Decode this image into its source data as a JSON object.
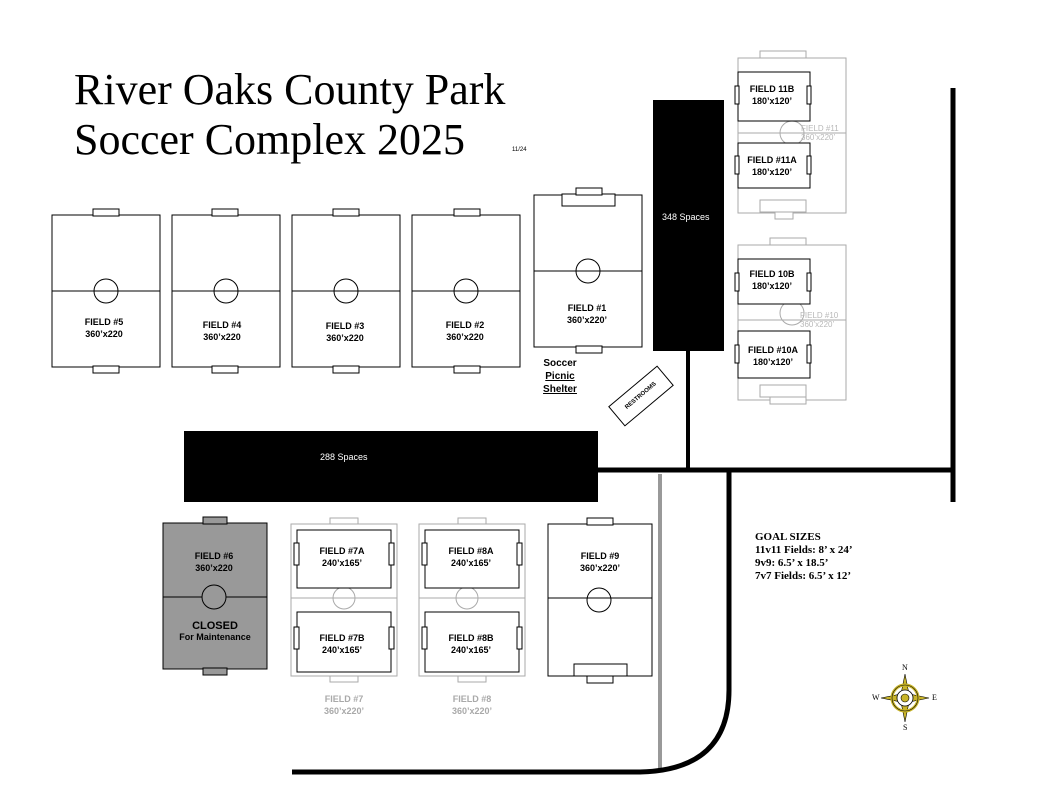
{
  "title": {
    "line1": "River Oaks County Park",
    "line2": "Soccer  Complex 2025",
    "version": "11/24"
  },
  "parking": {
    "lot_east": "348 Spaces",
    "lot_main": "288 Spaces"
  },
  "fields": {
    "f5": {
      "name": "FIELD #5",
      "size": "360’x220"
    },
    "f4": {
      "name": "FIELD #4",
      "size": "360’x220"
    },
    "f3": {
      "name": "FIELD #3",
      "size": "360’x220"
    },
    "f2": {
      "name": "FIELD #2",
      "size": "360’x220"
    },
    "f1": {
      "name": "FIELD #1",
      "size": "360’x220’"
    },
    "f11b": {
      "name": "FIELD 11B",
      "size": "180’x120’"
    },
    "f11a": {
      "name": "FIELD #11A",
      "size": "180’x120’"
    },
    "f11": {
      "name": "FIELD #11",
      "size": "360’x220’"
    },
    "f10b": {
      "name": "FIELD 10B",
      "size": "180’x120’"
    },
    "f10a": {
      "name": "FIELD #10A",
      "size": "180’x120’"
    },
    "f10": {
      "name": "FIELD #10",
      "size": "360’x220’"
    },
    "f6": {
      "name": "FIELD #6",
      "size": "360’x220",
      "status": "CLOSED",
      "note": "For Maintenance"
    },
    "f7a": {
      "name": "FIELD #7A",
      "size": "240’x165’"
    },
    "f7b": {
      "name": "FIELD #7B",
      "size": "240’x165’"
    },
    "f7": {
      "name": "FIELD #7",
      "size": "360’x220’"
    },
    "f8a": {
      "name": "FIELD #8A",
      "size": "240’x165’"
    },
    "f8b": {
      "name": "FIELD #8B",
      "size": "240’x165’"
    },
    "f8": {
      "name": "FIELD #8",
      "size": "360’x220’"
    },
    "f9": {
      "name": "FIELD #9",
      "size": "360’x220’"
    }
  },
  "amenities": {
    "shelter_line1": "Soccer",
    "shelter_line2": "Picnic",
    "shelter_line3": "Shelter",
    "restrooms": "RESTROOMS"
  },
  "goal_sizes": {
    "heading": "GOAL SIZES",
    "line1": "11v11 Fields: 8’ x 24’",
    "line2": "9v9: 6.5’ x 18.5’",
    "line3": "7v7 Fields:  6.5’ x 12’"
  },
  "compass": {
    "n": "N",
    "s": "S",
    "e": "E",
    "w": "W"
  },
  "colors": {
    "line": "#000000",
    "ghost_line": "#a9a9a9",
    "closed_fill": "#999999",
    "compass_gold": "#c9b52a"
  }
}
